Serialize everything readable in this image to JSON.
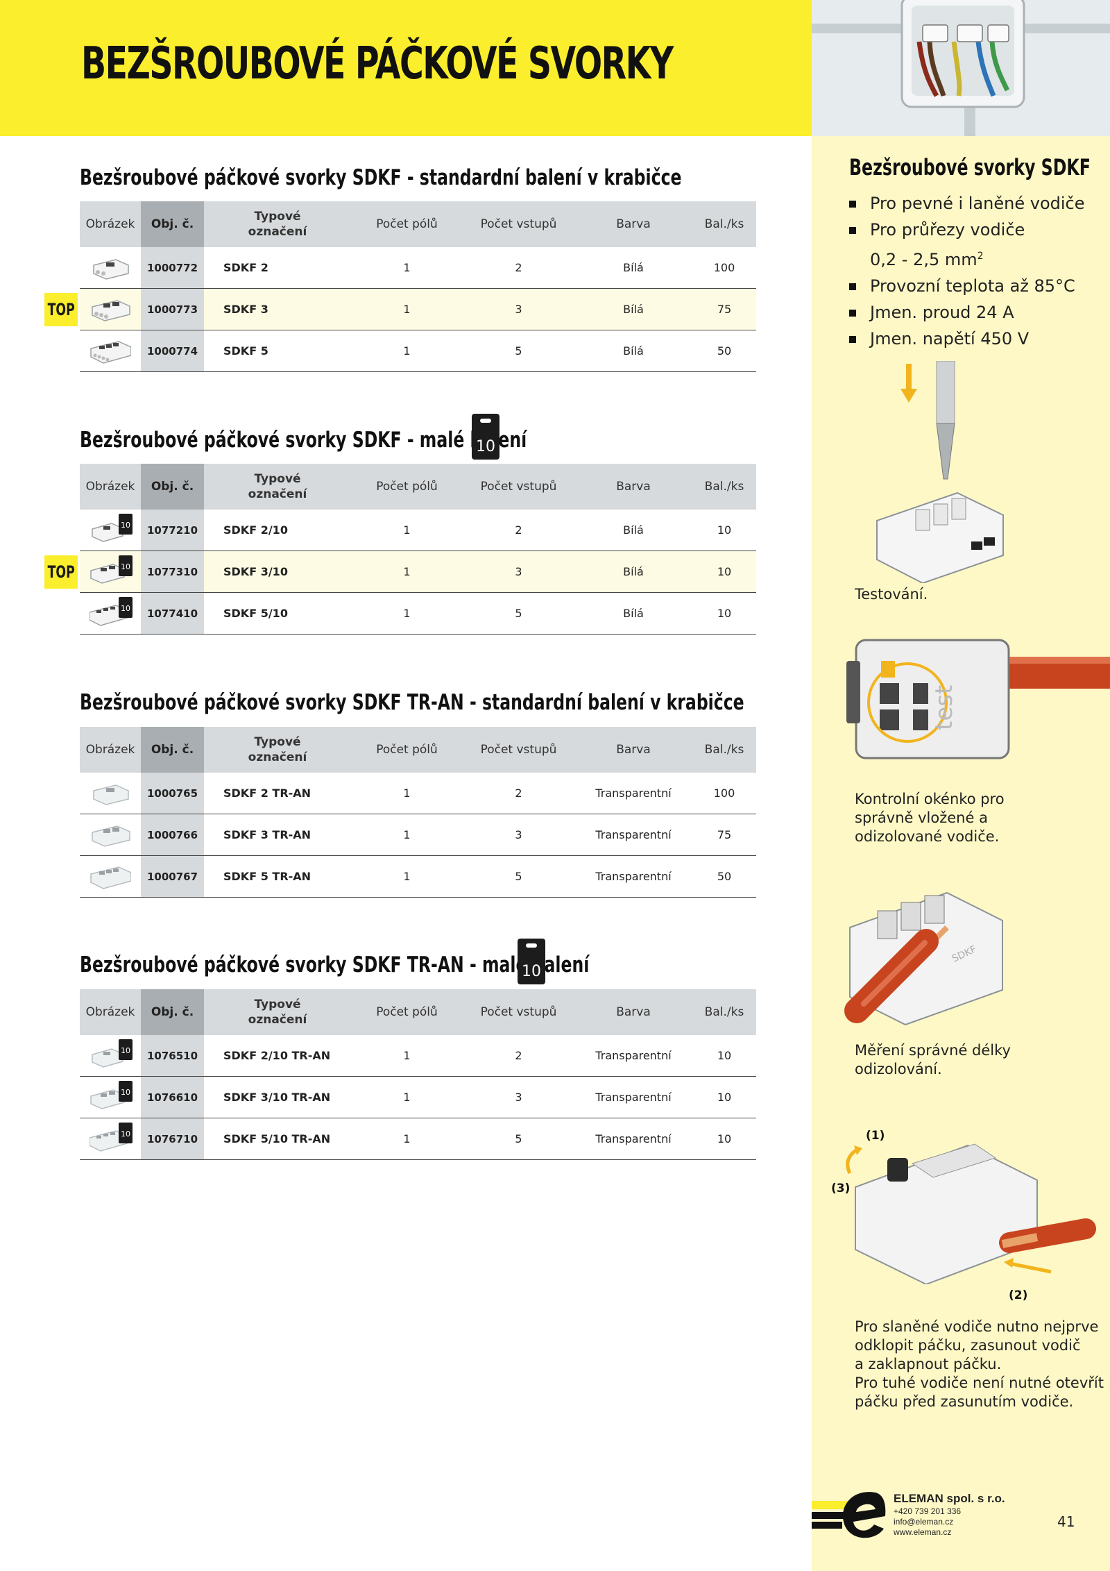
{
  "header": {
    "title": "BEZŠROUBOVÉ PÁČKOVÉ SVORKY"
  },
  "columns": {
    "img": "Obrázek",
    "obj": "Obj. č.",
    "typ_line1": "Typové",
    "typ_line2": "označení",
    "poly": "Počet pólů",
    "vstupy": "Počet vstupů",
    "barva": "Barva",
    "bal": "Bal./ks"
  },
  "top_label": "TOP",
  "pack_icon_label": "10",
  "sections": [
    {
      "title": "Bezšroubové páčkové svorky SDKF - standardní balení v krabičce",
      "rows": [
        {
          "obj": "1000772",
          "typ": "SDKF 2",
          "poly": "1",
          "vstupy": "2",
          "barva": "Bílá",
          "bal": "100"
        },
        {
          "obj": "1000773",
          "typ": "SDKF 3",
          "poly": "1",
          "vstupy": "3",
          "barva": "Bílá",
          "bal": "75"
        },
        {
          "obj": "1000774",
          "typ": "SDKF 5",
          "poly": "1",
          "vstupy": "5",
          "barva": "Bílá",
          "bal": "50"
        }
      ]
    },
    {
      "title": "Bezšroubové páčkové svorky SDKF - malé balení",
      "rows": [
        {
          "obj": "1077210",
          "typ": "SDKF 2/10",
          "poly": "1",
          "vstupy": "2",
          "barva": "Bílá",
          "bal": "10"
        },
        {
          "obj": "1077310",
          "typ": "SDKF 3/10",
          "poly": "1",
          "vstupy": "3",
          "barva": "Bílá",
          "bal": "10"
        },
        {
          "obj": "1077410",
          "typ": "SDKF 5/10",
          "poly": "1",
          "vstupy": "5",
          "barva": "Bílá",
          "bal": "10"
        }
      ]
    },
    {
      "title": "Bezšroubové páčkové svorky SDKF TR-AN - standardní balení v krabičce",
      "rows": [
        {
          "obj": "1000765",
          "typ": "SDKF 2 TR-AN",
          "poly": "1",
          "vstupy": "2",
          "barva": "Transparentní",
          "bal": "100"
        },
        {
          "obj": "1000766",
          "typ": "SDKF 3 TR-AN",
          "poly": "1",
          "vstupy": "3",
          "barva": "Transparentní",
          "bal": "75"
        },
        {
          "obj": "1000767",
          "typ": "SDKF 5 TR-AN",
          "poly": "1",
          "vstupy": "5",
          "barva": "Transparentní",
          "bal": "50"
        }
      ]
    },
    {
      "title": "Bezšroubové páčkové svorky SDKF TR-AN - malé balení",
      "rows": [
        {
          "obj": "1076510",
          "typ": "SDKF 2/10 TR-AN",
          "poly": "1",
          "vstupy": "2",
          "barva": "Transparentní",
          "bal": "10"
        },
        {
          "obj": "1076610",
          "typ": "SDKF 3/10 TR-AN",
          "poly": "1",
          "vstupy": "3",
          "barva": "Transparentní",
          "bal": "10"
        },
        {
          "obj": "1076710",
          "typ": "SDKF 5/10 TR-AN",
          "poly": "1",
          "vstupy": "5",
          "barva": "Transparentní",
          "bal": "10"
        }
      ]
    }
  ],
  "sidebar": {
    "heading": "Bezšroubové svorky SDKF",
    "features": [
      "Pro pevné i laněné vodiče",
      "Pro průřezy vodiče",
      "0,2 - 2,5 mm",
      "Provozní teplota až 85°C",
      "Jmen. proud 24 A",
      "Jmen. napětí 450 V"
    ],
    "superscript": "2",
    "captions": {
      "testing": "Testování.",
      "window": [
        "Kontrolní okénko pro",
        "správně vložené a",
        "odizolované vodiče."
      ],
      "length": [
        "Měření správné délky",
        "odizolování."
      ],
      "stranded": [
        "Pro slaněné vodiče nutno nejprve",
        "odklopit páčku, zasunout vodič",
        "a zaklapnout páčku.",
        "Pro tuhé vodiče není nutné otevřít",
        "páčku před zasunutím vodiče."
      ]
    },
    "illustration_labels": {
      "test_text": "test",
      "step1": "(1)",
      "step2": "(2)",
      "step3": "(3)"
    }
  },
  "footer": {
    "company": "ELEMAN spol. s r.o.",
    "phone": "+420 739 201 336",
    "email": "info@eleman.cz",
    "web": "www.eleman.cz",
    "page_number": "41"
  },
  "colors": {
    "accent_yellow": "#fbee2c",
    "sidebar_bg": "#fdf8c6",
    "table_header": "#d7dadc",
    "obj_column": "#a9aeb2",
    "wire_red": "#c8441f"
  }
}
